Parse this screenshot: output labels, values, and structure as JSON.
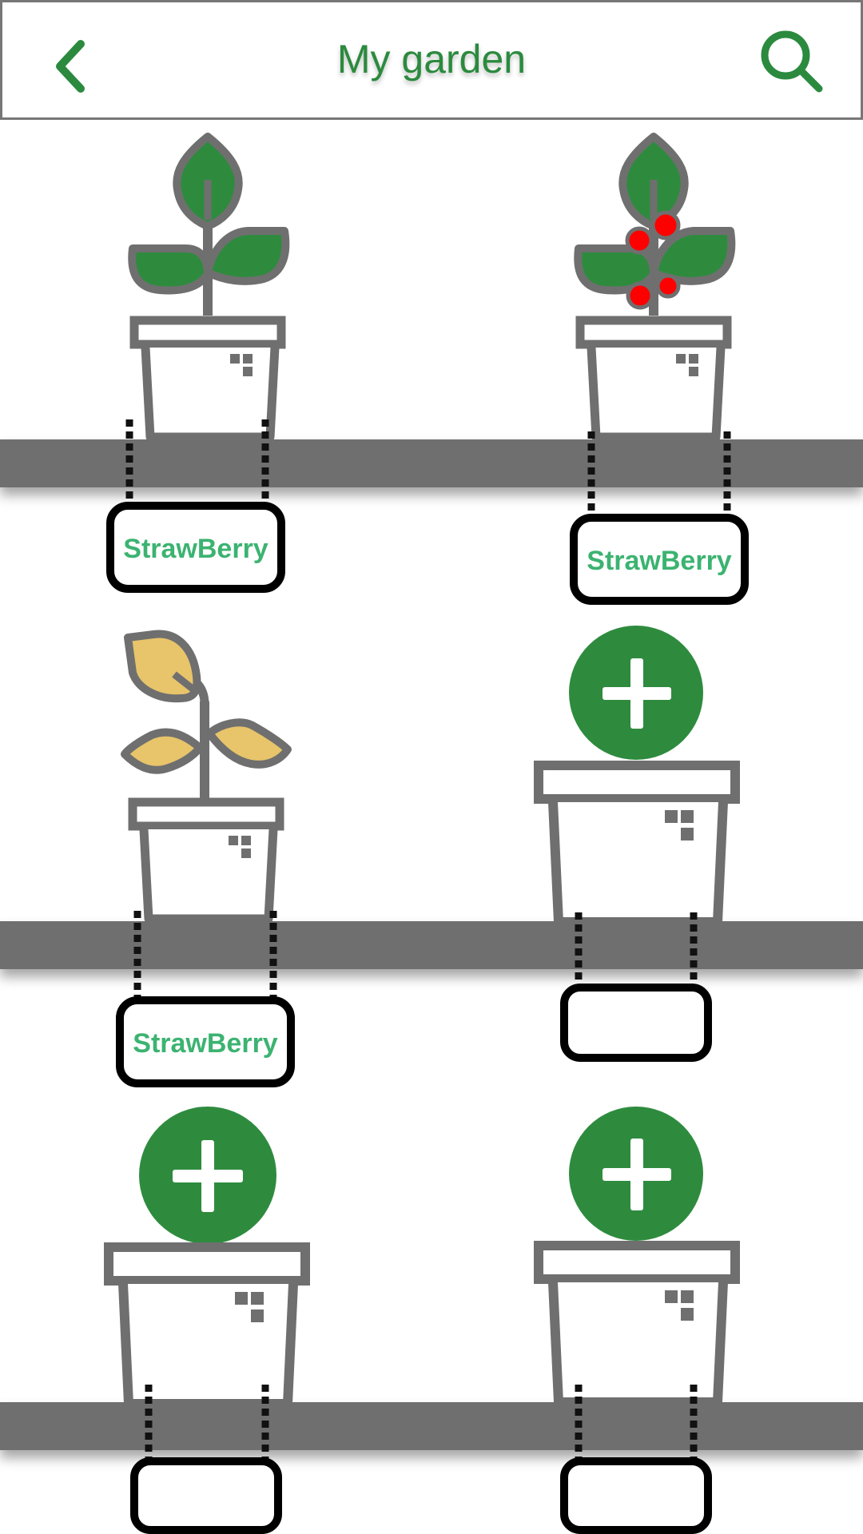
{
  "header": {
    "title": "My garden",
    "back_icon": "chevron-left-icon",
    "search_icon": "search-icon"
  },
  "colors": {
    "accent": "#2b8a3e",
    "label_text": "#3cb371",
    "shelf": "#6f6f6f",
    "pot_outline": "#6f6f6f",
    "leaf_green": "#2e8b3e",
    "leaf_wilted": "#e8c46a",
    "berry": "#ff0000"
  },
  "shelves": [
    {
      "slots": [
        {
          "plant": "healthy-plant",
          "label": "StrawBerry"
        },
        {
          "plant": "fruiting-plant",
          "label": "StrawBerry"
        }
      ]
    },
    {
      "slots": [
        {
          "plant": "wilted-plant",
          "label": "StrawBerry"
        },
        {
          "plant": "add-plant",
          "label": ""
        }
      ]
    },
    {
      "slots": [
        {
          "plant": "add-plant",
          "label": ""
        },
        {
          "plant": "add-plant",
          "label": ""
        }
      ]
    }
  ]
}
